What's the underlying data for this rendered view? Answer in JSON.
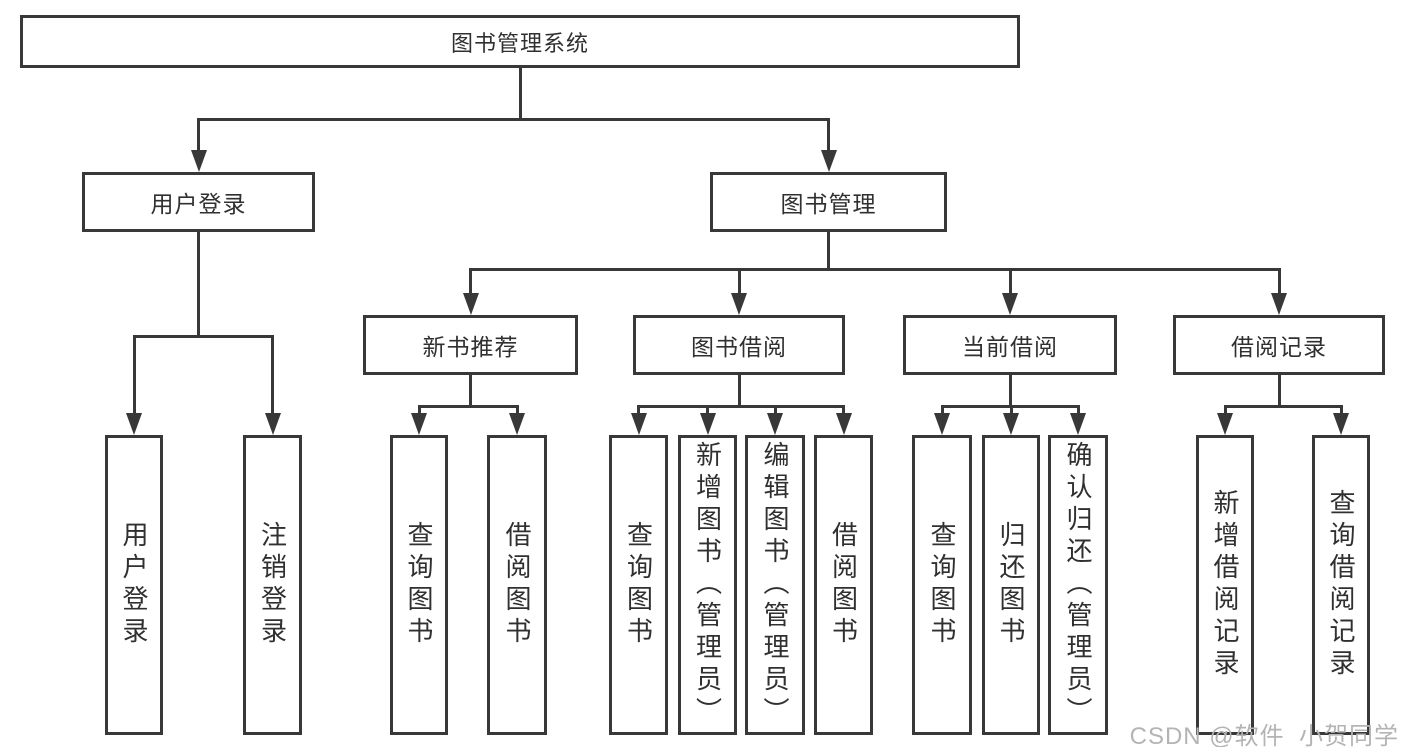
{
  "diagram": {
    "title": "图书管理系统",
    "nodes": [
      {
        "id": "root",
        "label": "图书管理系统",
        "parent": null
      },
      {
        "id": "user-login",
        "label": "用户登录",
        "parent": "root"
      },
      {
        "id": "book-management",
        "label": "图书管理",
        "parent": "root"
      },
      {
        "id": "new-book-recommend",
        "label": "新书推荐",
        "parent": "book-management"
      },
      {
        "id": "book-borrow",
        "label": "图书借阅",
        "parent": "book-management"
      },
      {
        "id": "current-borrow",
        "label": "当前借阅",
        "parent": "book-management"
      },
      {
        "id": "borrow-records",
        "label": "借阅记录",
        "parent": "book-management"
      },
      {
        "id": "login-leaf",
        "label": "用户登录",
        "parent": "user-login"
      },
      {
        "id": "logout-leaf",
        "label": "注销登录",
        "parent": "user-login"
      },
      {
        "id": "nbr-query",
        "label": "查询图书",
        "parent": "new-book-recommend"
      },
      {
        "id": "nbr-borrow",
        "label": "借阅图书",
        "parent": "new-book-recommend"
      },
      {
        "id": "bb-query",
        "label": "查询图书",
        "parent": "book-borrow"
      },
      {
        "id": "bb-add",
        "label": "新增图书（管理员）",
        "parent": "book-borrow"
      },
      {
        "id": "bb-edit",
        "label": "编辑图书（管理员）",
        "parent": "book-borrow"
      },
      {
        "id": "bb-borrow",
        "label": "借阅图书",
        "parent": "book-borrow"
      },
      {
        "id": "cb-query",
        "label": "查询图书",
        "parent": "current-borrow"
      },
      {
        "id": "cb-return",
        "label": "归还图书",
        "parent": "current-borrow"
      },
      {
        "id": "cb-confirm",
        "label": "确认归还（管理员）",
        "parent": "current-borrow"
      },
      {
        "id": "br-add",
        "label": "新增借阅记录",
        "parent": "borrow-records"
      },
      {
        "id": "br-query",
        "label": "查询借阅记录",
        "parent": "borrow-records"
      }
    ]
  },
  "watermark": "CSDN @软件_小贺同学",
  "colors": {
    "line": "#383838",
    "text": "#303030",
    "watermark": "#b4b4b4",
    "background": "#ffffff"
  }
}
